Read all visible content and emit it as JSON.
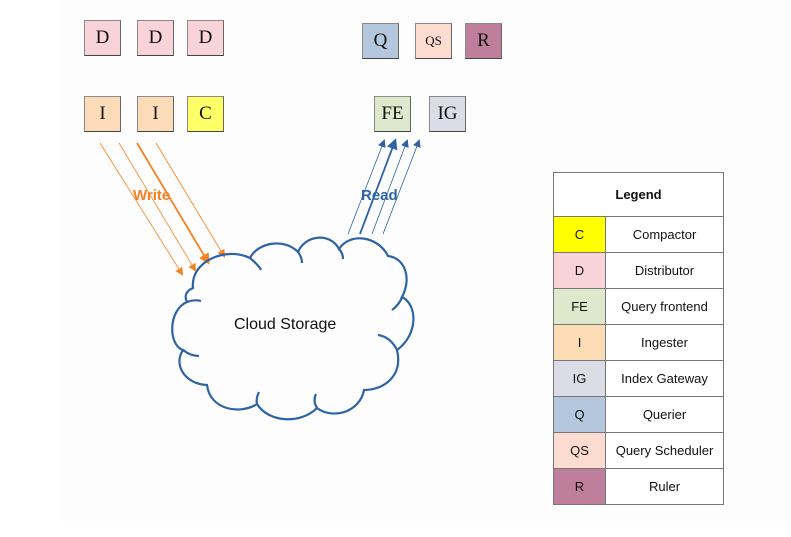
{
  "diagram": {
    "write_group": {
      "top_row": [
        {
          "code": "D",
          "color": "#f8d3d8"
        },
        {
          "code": "D",
          "color": "#f8d3d8"
        },
        {
          "code": "D",
          "color": "#f8d3d8"
        }
      ],
      "bottom_row": [
        {
          "code": "I",
          "color": "#fcdcb8"
        },
        {
          "code": "I",
          "color": "#fcdcb8"
        },
        {
          "code": "C",
          "color": "#ffff66"
        }
      ]
    },
    "read_group": {
      "top_row": [
        {
          "code": "Q",
          "color": "#b4c7dd"
        },
        {
          "code": "QS",
          "color": "#fcdcd0"
        },
        {
          "code": "R",
          "color": "#bf7e9c"
        }
      ],
      "bottom_row": [
        {
          "code": "FE",
          "color": "#dde8cc"
        },
        {
          "code": "IG",
          "color": "#dcdce6"
        }
      ]
    },
    "write_label": "Write",
    "read_label": "Read",
    "write_color": "#f58220",
    "read_color": "#2e64a4",
    "cloud_label": "Cloud Storage",
    "cloud_color": "#2e64a4"
  },
  "legend": {
    "title": "Legend",
    "items": [
      {
        "code": "C",
        "name": "Compactor",
        "color": "#ffff00"
      },
      {
        "code": "D",
        "name": "Distributor",
        "color": "#f8d3d8"
      },
      {
        "code": "FE",
        "name": "Query frontend",
        "color": "#dde8cc"
      },
      {
        "code": "I",
        "name": "Ingester",
        "color": "#fcdcb4"
      },
      {
        "code": "IG",
        "name": "Index Gateway",
        "color": "#dcdce6"
      },
      {
        "code": "Q",
        "name": "Querier",
        "color": "#b4c7dd"
      },
      {
        "code": "QS",
        "name": "Query Scheduler",
        "color": "#fcdcd0"
      },
      {
        "code": "R",
        "name": "Ruler",
        "color": "#bf7e9c"
      }
    ]
  }
}
